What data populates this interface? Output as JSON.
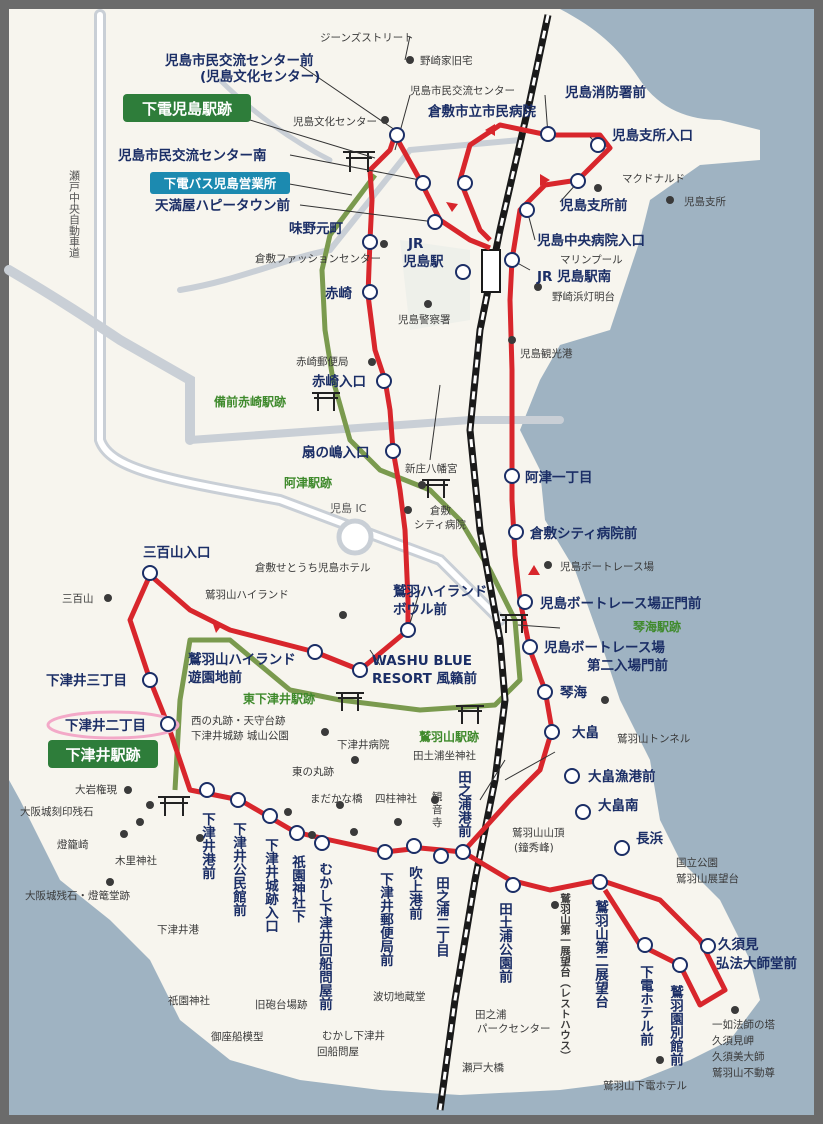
{
  "colors": {
    "route": "#d8262c",
    "rail": "#1a1a1a",
    "green": "#7a9a4e",
    "sea": "#9fb3c2",
    "land": "#f7f5ee",
    "road": "#c9cfd6",
    "stopFill": "#ffffff",
    "stopStroke": "#1b2e66",
    "highlight": "#f3a9c8"
  },
  "labels": {
    "route_name": "",
    "boxes": {
      "kojima_station": "下電児島駅跡",
      "bus_office": "下電バス児島営業所",
      "shimotsui_station": "下津井駅跡"
    },
    "stops": {
      "s1": "児島市民交流センター前",
      "s1b": "(児島文化センター)",
      "s2": "児島市民交流センター南",
      "s3": "天満屋ハピータウン前",
      "s4": "味野元町",
      "s5": "JR",
      "s5b": "児島駅",
      "s6": "赤崎",
      "s7": "赤崎入口",
      "s8": "扇の嶋入口",
      "s9": "倉敷市立市民病院",
      "s10": "児島消防署前",
      "s11": "児島支所入口",
      "s12": "児島支所前",
      "s13": "児島中央病院入口",
      "s14": "JR 児島駅南",
      "s15": "阿津一丁目",
      "s16": "倉敷シティ病院前",
      "s17": "児島ボートレース場正門前",
      "s18": "児島ボートレース場",
      "s18b": "第二入場門前",
      "s19": "琴海",
      "s20": "大畠",
      "s21": "大畠漁港前",
      "s22": "大畠南",
      "s23": "長浜",
      "s24": "鷲羽ハイランド",
      "s24b": "ボウル前",
      "s25": "WASHU BLUE",
      "s25b": "RESORT 風籟前",
      "s26": "鷲羽山ハイランド",
      "s26b": "遊園地前",
      "s27": "三百山入口",
      "s28": "下津井三丁目",
      "s29": "下津井二丁目",
      "s30": "久須見",
      "s30b": "弘法大師堂前"
    },
    "vstops": {
      "v1": "下津井港前",
      "v2": "下津井公民館前",
      "v3": "下津井城跡入口",
      "v4": "祇園神社下",
      "v5": "むかし下津井回船問屋前",
      "v6": "下津井郵便局前",
      "v7": "吹上港前",
      "v8": "田之浦二丁目",
      "v9": "田之浦港前",
      "v10": "田土浦公園前",
      "v11": "鷲羽山第二展望台",
      "v12": "下電ホテル前",
      "v13": "鷲羽園別館前",
      "v14": "鷲羽山第一展望台（レストハウス）"
    },
    "green_stations": {
      "g1": "備前赤崎駅跡",
      "g2": "阿津駅跡",
      "g3": "琴海駅跡",
      "g4": "東下津井駅跡",
      "g5": "鷲羽山駅跡"
    },
    "pois": {
      "p1": "ジーンズストリート",
      "p2": "野崎家旧宅",
      "p3": "児島市民交流センター",
      "p4": "児島文化センター",
      "p5": "マクドナルド",
      "p6": "児島支所",
      "p7": "マリンプール",
      "p8": "野崎浜灯明台",
      "p9": "倉敷ファッションセンター",
      "p10": "児島警察署",
      "p11": "児島観光港",
      "p12": "赤崎郵便局",
      "p13": "新庄八幡宮",
      "p14": "倉敷",
      "p14b": "シティ病院",
      "p15": "児島 IC",
      "p16": "倉敷せとうち児島ホテル",
      "p17": "児島ボートレース場",
      "p18": "三百山",
      "p19": "鷲羽山ハイランド",
      "p20": "西の丸跡・天守台跡",
      "p20b": "下津井城跡 城山公園",
      "p21": "下津井病院",
      "p22": "東の丸跡",
      "p23": "鷲羽山トンネル",
      "p24": "田土浦坐神社",
      "p25": "大岩権現",
      "p26": "大阪城刻印残石",
      "p27": "燈籠崎",
      "p28": "木里神社",
      "p29": "大阪城残石・燈篭堂跡",
      "p30": "まだかな橋",
      "p31": "四柱神社",
      "p32": "観",
      "p32b": "音",
      "p32c": "寺",
      "p33": "鷲羽山山頂",
      "p33b": "(鐘秀峰)",
      "p34": "国立公園",
      "p34b": "鷲羽山展望台",
      "p35": "下津井港",
      "p36": "祇園神社",
      "p37": "旧砲台場跡",
      "p38": "御座船模型",
      "p39": "むかし下津井",
      "p39b": "回船問屋",
      "p40": "波切地蔵堂",
      "p41": "田之浦",
      "p41b": "パークセンター",
      "p42": "瀬戸大橋",
      "p43": "鷲羽山下電ホテル",
      "p44": "一如法師の塔",
      "p44b": "久須見岬",
      "p44c": "久須美大師",
      "p44d": "鷲羽山不動尊"
    },
    "expressway": "瀬戸中央自動車道"
  }
}
